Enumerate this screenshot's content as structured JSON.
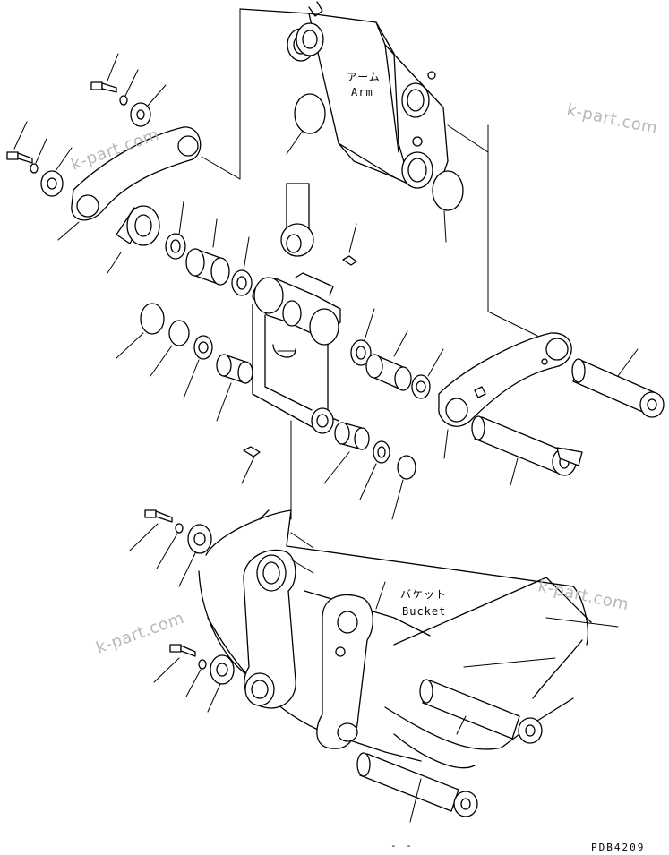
{
  "labels": {
    "arm_jp": "アーム",
    "arm_en": "Arm",
    "bucket_jp": "バケット",
    "bucket_en": "Bucket"
  },
  "watermarks": [
    "k-part.com",
    "k-part.com",
    "k-part.com",
    "k-part.com"
  ],
  "footer": {
    "code": "PDB4209",
    "mark": "- -"
  },
  "colors": {
    "line": "#000000",
    "watermark": "#b8b8b8",
    "background": "#ffffff"
  }
}
